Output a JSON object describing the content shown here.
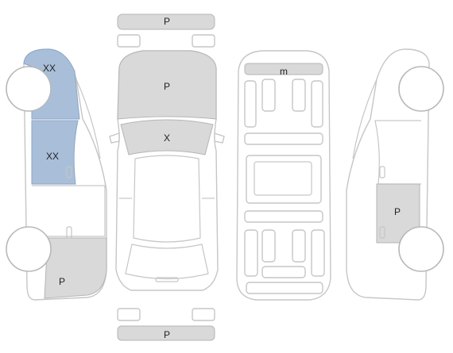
{
  "legend_colors": {
    "painted": "#d9d9d9",
    "replaced": "#a9bfd9"
  },
  "marks": {
    "front_bumper": "P",
    "hood": "P",
    "windshield": "X",
    "roof": "m",
    "rear_bumper": "P",
    "left_front_fender": "XX",
    "left_front_door": "XX",
    "left_rear_quarter": "P",
    "right_rear_door": "P"
  }
}
